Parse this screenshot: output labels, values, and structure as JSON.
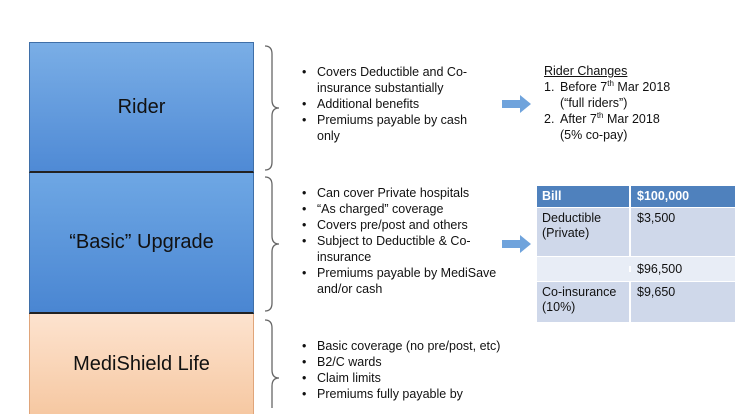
{
  "tiers": {
    "rider": "Rider",
    "basic_upgrade": "“Basic” Upgrade",
    "medishield": "MediShield Life"
  },
  "rider_bullets": [
    "Covers Deductible and Co-insurance substantially",
    "Additional benefits",
    "Premiums payable by cash only"
  ],
  "rider_changes": {
    "title": "Rider Changes",
    "items": [
      {
        "num": "1.",
        "pre": "Before 7",
        "sup": "th",
        "post": " Mar 2018",
        "note": "(“full riders”)"
      },
      {
        "num": "2.",
        "pre": "After 7",
        "sup": "th",
        "post": " Mar 2018",
        "note": "(5% co-pay)"
      }
    ]
  },
  "basic_bullets": [
    "Can cover Private hospitals",
    "“As charged” coverage",
    "Covers pre/post and others",
    "Subject to Deductible & Co-insurance",
    "Premiums payable by MediSave and/or cash"
  ],
  "bill_table": {
    "header": [
      "Bill",
      "$100,000"
    ],
    "rows": [
      [
        "Deductible (Private)",
        "$3,500"
      ],
      [
        "",
        "$96,500"
      ],
      [
        "Co-insurance (10%)",
        "$9,650"
      ]
    ]
  },
  "medishield_bullets": [
    "Basic coverage (no pre/post, etc)",
    "B2/C wards",
    "Claim limits",
    "Premiums fully payable by"
  ],
  "colors": {
    "tier_blue": "#5b95da",
    "tier_peach": "#f8d3b5",
    "arrow": "#6fa3dc",
    "table_header": "#4f81bd"
  }
}
